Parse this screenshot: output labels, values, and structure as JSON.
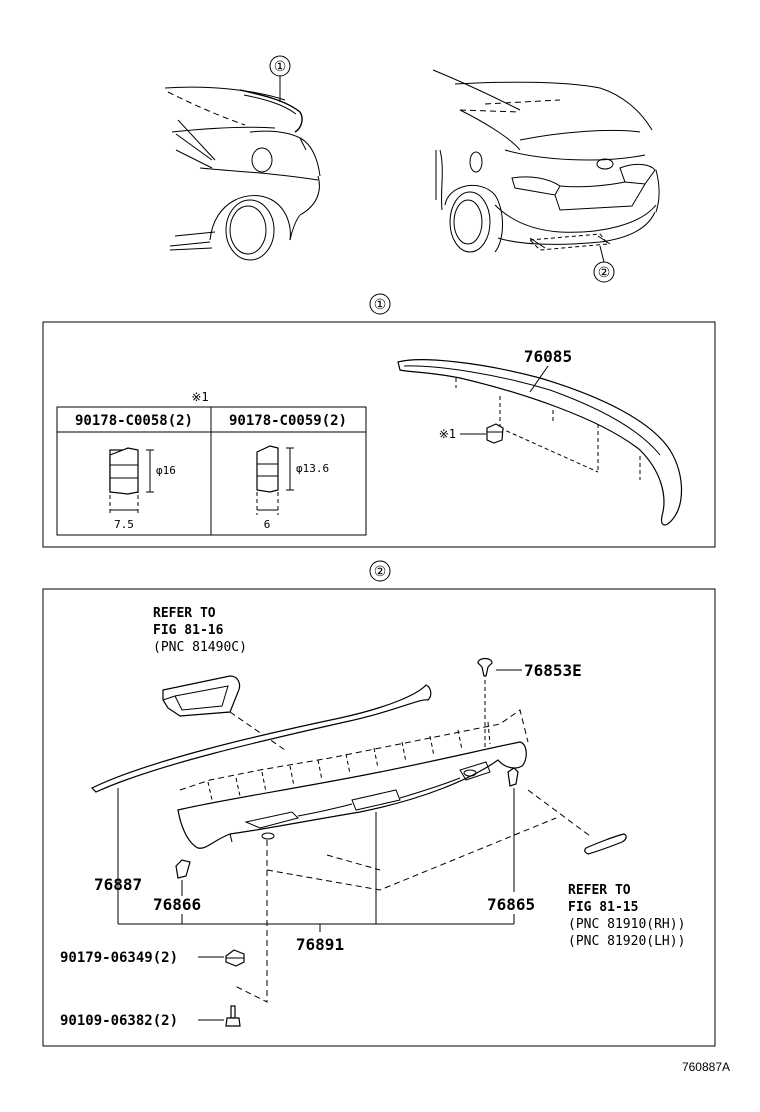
{
  "callouts": {
    "one": "①",
    "two": "②"
  },
  "section1": {
    "part_spoiler": "76085",
    "note_ref": "※1",
    "table_note": "※1",
    "col1_header": "90178-C0058(2)",
    "col2_header": "90178-C0059(2)",
    "col1_diameter": "φ16",
    "col1_width": "7.5",
    "col2_diameter": "φ13.6",
    "col2_width": "6"
  },
  "section2": {
    "refer_top": [
      "REFER TO",
      "FIG 81-16",
      "(PNC 81490C)"
    ],
    "refer_right": [
      "REFER TO",
      "FIG 81-15",
      "(PNC 81910(RH))",
      "(PNC 81920(LH))"
    ],
    "part_76853E": "76853E",
    "part_76887": "76887",
    "part_76866": "76866",
    "part_76865": "76865",
    "part_76891": "76891",
    "part_nut": "90179-06349(2)",
    "part_bolt": "90109-06382(2)"
  },
  "footer_code": "760887A"
}
